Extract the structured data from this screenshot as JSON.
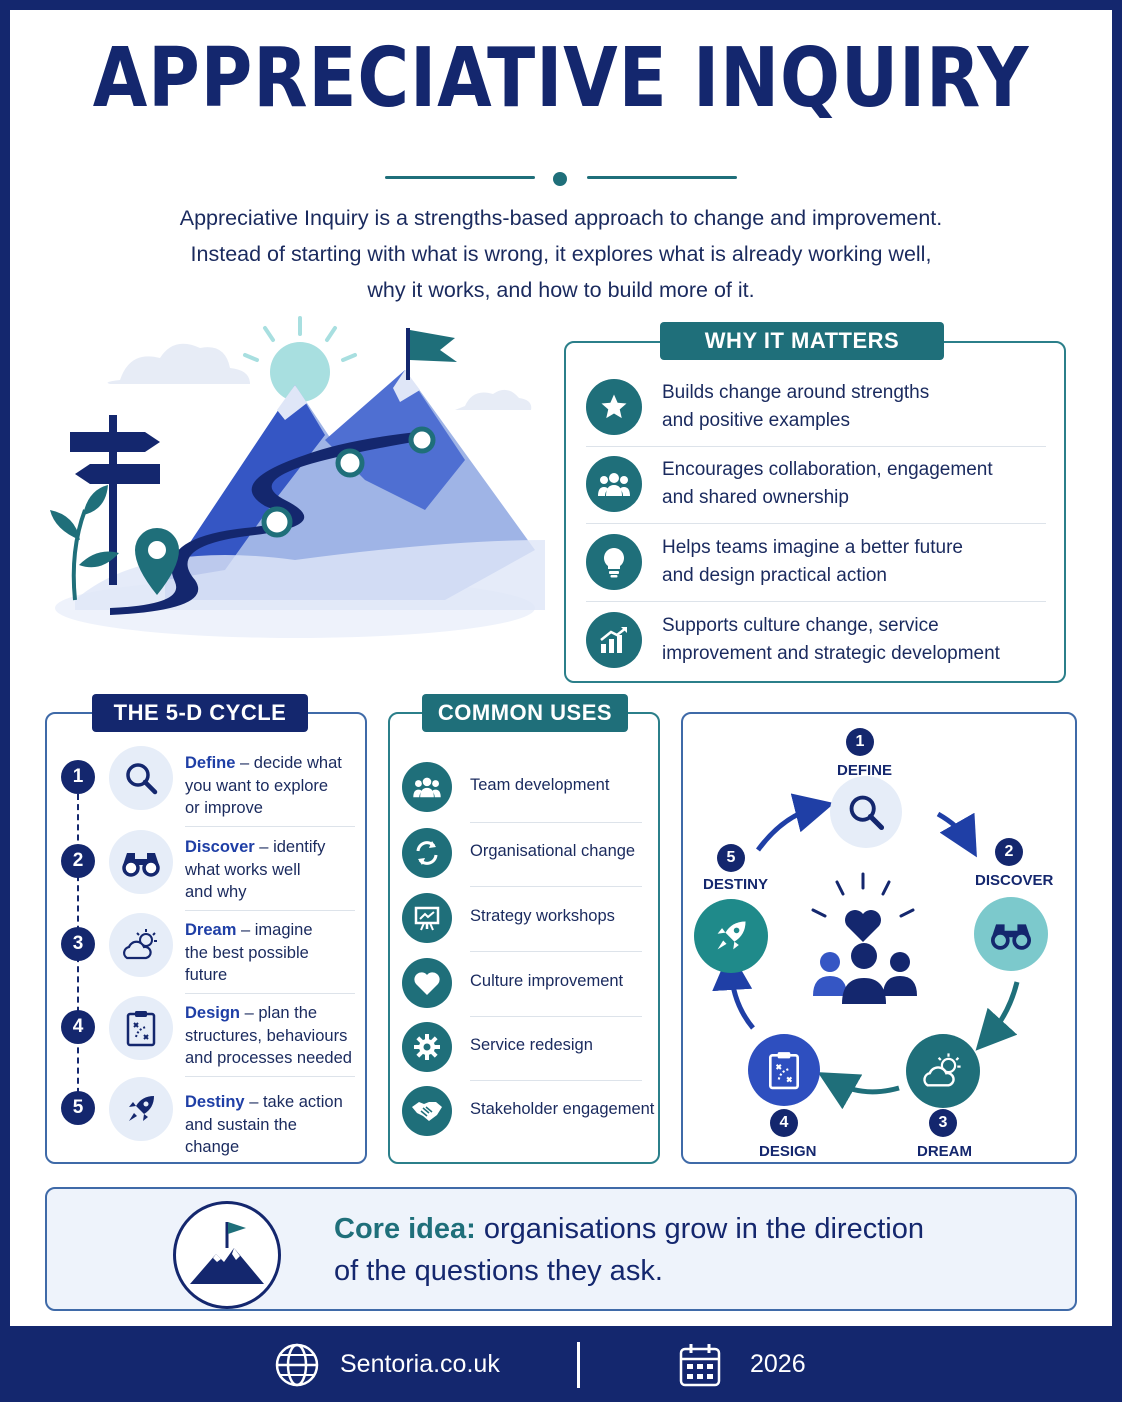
{
  "title": "APPRECIATIVE INQUIRY",
  "intro": {
    "line1": "Appreciative Inquiry is a strengths-based approach to change and improvement.",
    "line2": "Instead of starting with what is wrong, it explores what is already working well,",
    "line3": "why it works, and how to build more of it."
  },
  "why": {
    "heading": "WHY IT MATTERS",
    "items": [
      {
        "icon": "star-icon",
        "l1": "Builds change around strengths",
        "l2": "and positive examples"
      },
      {
        "icon": "people-icon",
        "l1": "Encourages collaboration, engagement",
        "l2": "and shared ownership"
      },
      {
        "icon": "lightbulb-icon",
        "l1": "Helps teams imagine a better future",
        "l2": "and design practical action"
      },
      {
        "icon": "growth-chart-icon",
        "l1": "Supports culture change, service",
        "l2": "improvement and strategic development"
      }
    ]
  },
  "cycle": {
    "heading": "THE 5-D CYCLE",
    "items": [
      {
        "num": "1",
        "name": "Define",
        "dash": " – ",
        "d1": "decide what",
        "d2": "you want to explore",
        "d3": "or improve"
      },
      {
        "num": "2",
        "name": "Discover",
        "dash": " – ",
        "d1": "identify",
        "d2": "what works well",
        "d3": "and why"
      },
      {
        "num": "3",
        "name": "Dream",
        "dash": " – ",
        "d1": "imagine",
        "d2": "the best possible",
        "d3": "future"
      },
      {
        "num": "4",
        "name": "Design",
        "dash": " – ",
        "d1": "plan the",
        "d2": "structures, behaviours",
        "d3": "and processes needed"
      },
      {
        "num": "5",
        "name": "Destiny",
        "dash": " – ",
        "d1": "take action",
        "d2": "and sustain the change",
        "d3": ""
      }
    ]
  },
  "uses": {
    "heading": "COMMON USES",
    "items": [
      {
        "icon": "team-icon",
        "label": "Team development"
      },
      {
        "icon": "refresh-icon",
        "label": "Organisational change"
      },
      {
        "icon": "presentation-icon",
        "label": "Strategy workshops"
      },
      {
        "icon": "heart-icon",
        "label": "Culture improvement"
      },
      {
        "icon": "gear-icon",
        "label": "Service redesign"
      },
      {
        "icon": "handshake-icon",
        "label": "Stakeholder engagement"
      }
    ]
  },
  "diagram": {
    "nodes": [
      {
        "num": "1",
        "label": "DEFINE"
      },
      {
        "num": "2",
        "label": "DISCOVER"
      },
      {
        "num": "3",
        "label": "DREAM"
      },
      {
        "num": "4",
        "label": "DESIGN"
      },
      {
        "num": "5",
        "label": "DESTINY"
      }
    ]
  },
  "core": {
    "lead": "Core idea:",
    "rest1": " organisations grow in the direction",
    "line2": "of the questions they ask."
  },
  "footer": {
    "site": "Sentoria.co.uk",
    "year": "2026"
  },
  "colors": {
    "navy": "#14276e",
    "teal": "#1f6f7a",
    "blue": "#1f3fa6",
    "light": "#e6edf8"
  }
}
